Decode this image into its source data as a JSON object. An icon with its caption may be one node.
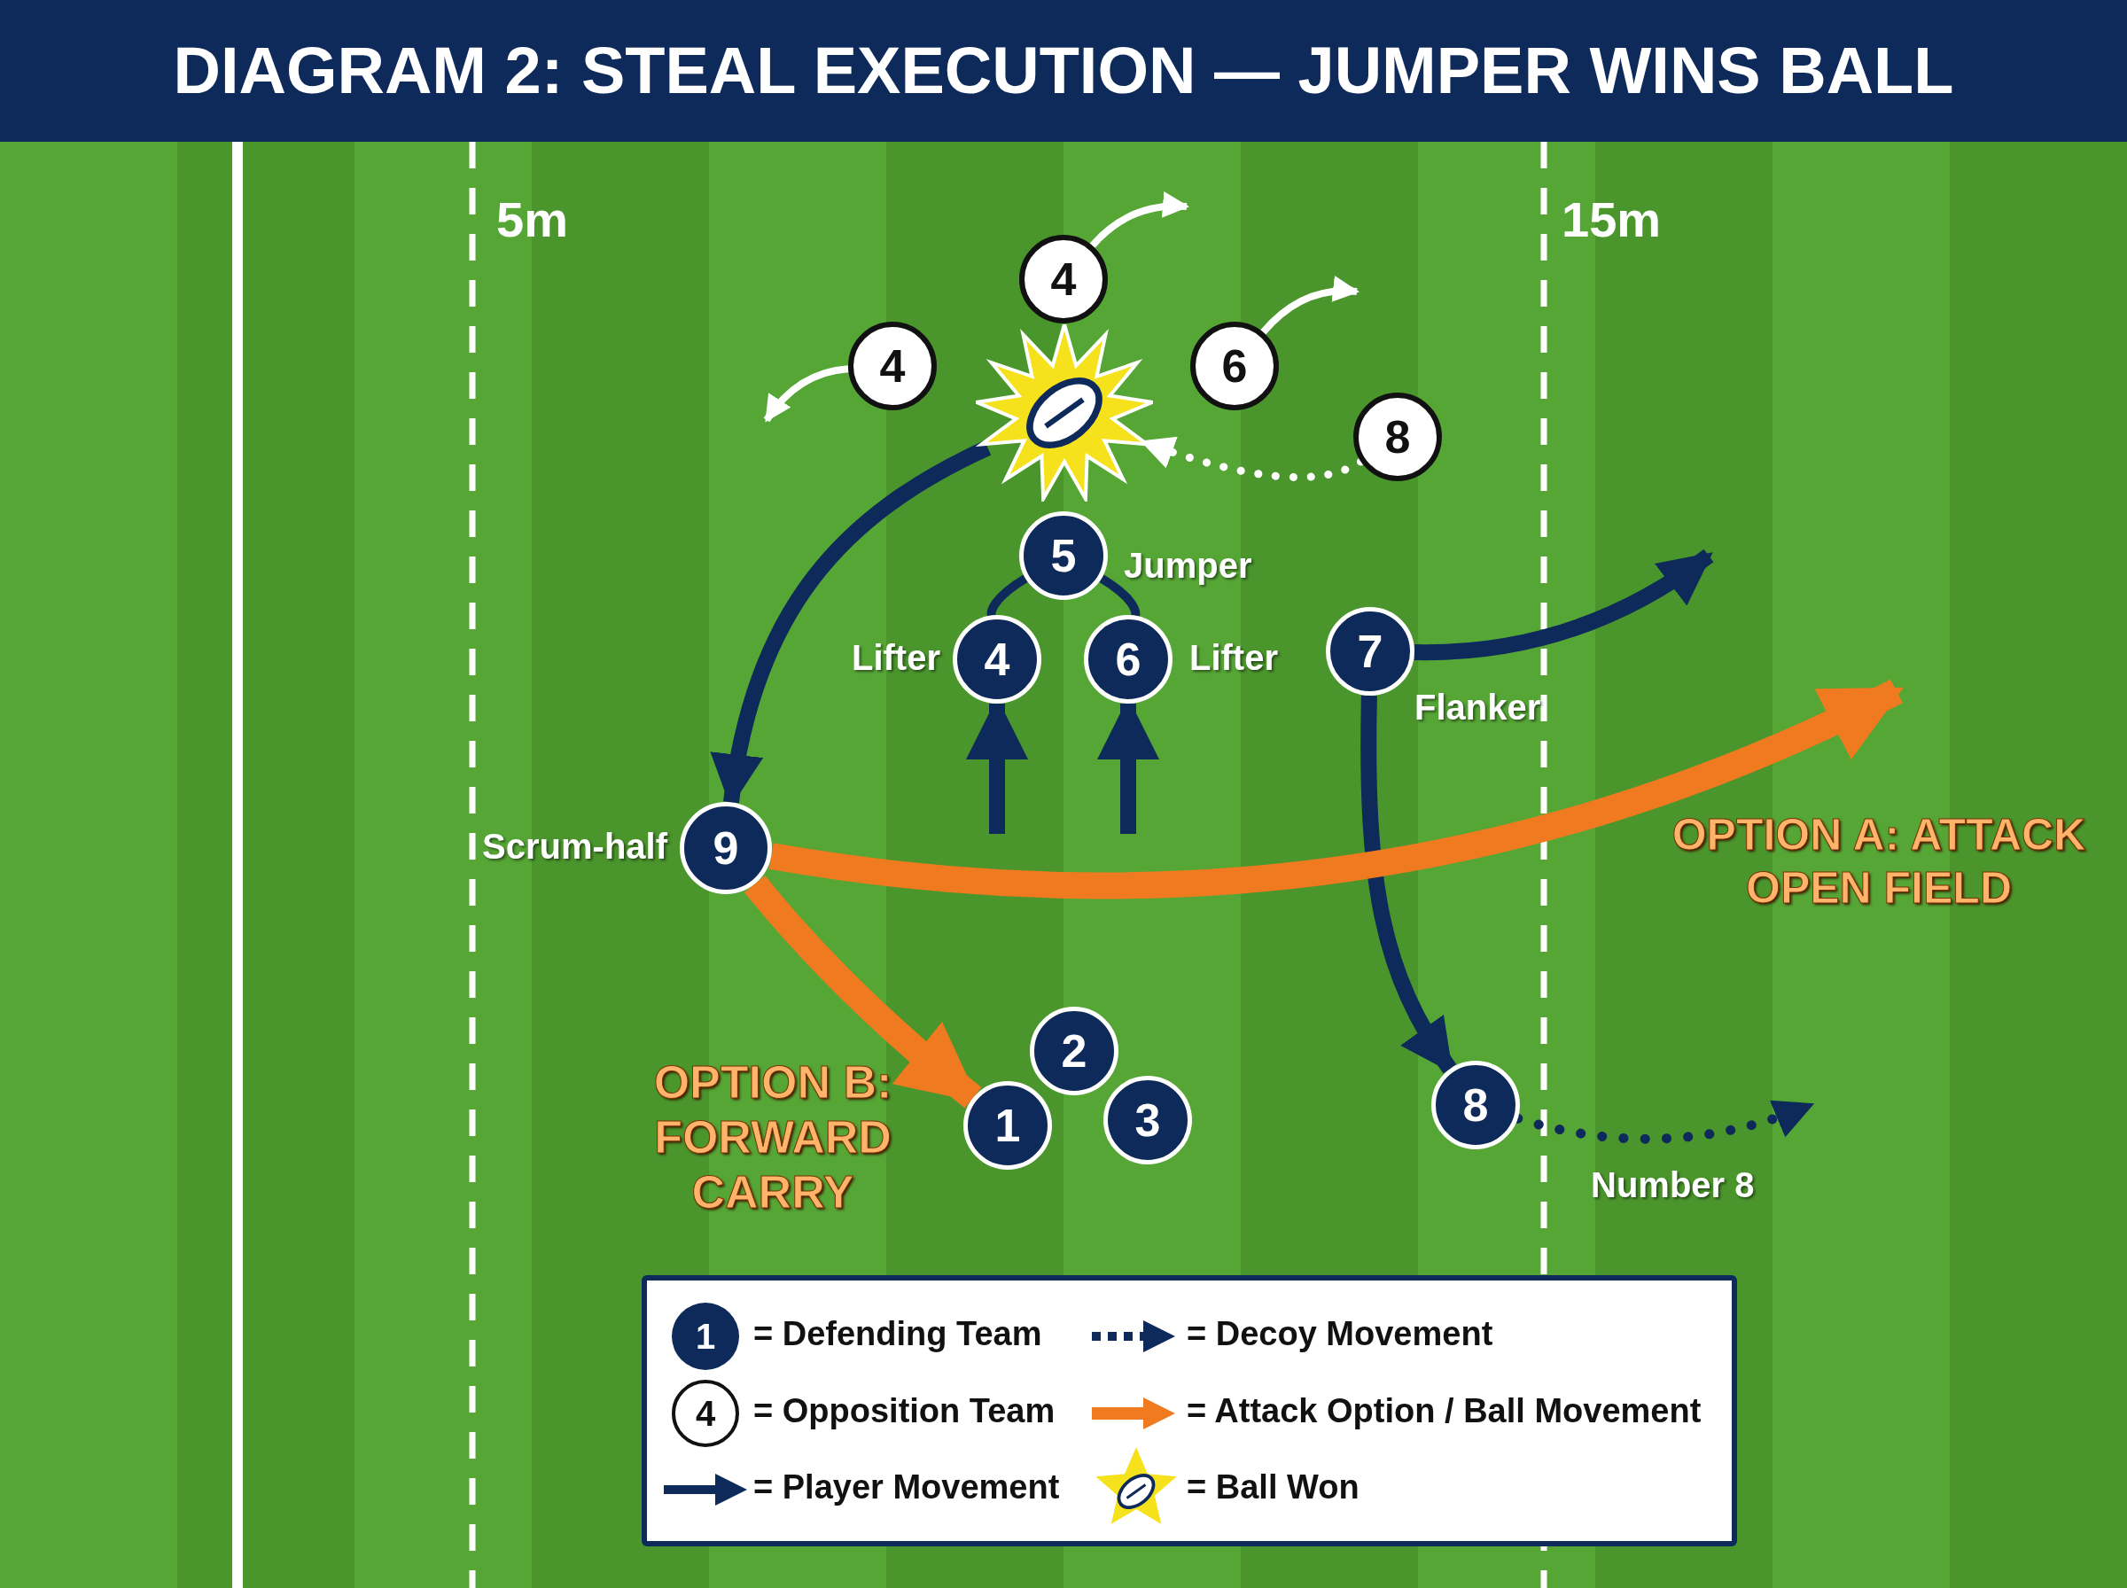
{
  "diagram": {
    "title": "DIAGRAM 2: STEAL EXECUTION — JUMPER WINS BALL",
    "nodes": [
      {
        "text": [
          "4"
        ]
      },
      {
        "text": [
          "4"
        ]
      },
      {
        "text": [
          "6"
        ]
      },
      {
        "text": [
          "8"
        ]
      },
      {
        "text": [],
        "shape": "star"
      },
      {
        "text": [
          "5"
        ],
        "beside": [
          "Jumper"
        ]
      },
      {
        "text": [
          "4"
        ],
        "beside": [
          "Lifter"
        ]
      },
      {
        "text": [
          "6"
        ],
        "beside": [
          "Lifter"
        ]
      },
      {
        "text": [
          "7"
        ],
        "beside": [
          "Flanker"
        ]
      },
      {
        "text": [
          "9"
        ],
        "beside": [
          "Scrum-half"
        ]
      },
      {
        "text": [
          "2"
        ]
      },
      {
        "text": [
          "1"
        ]
      },
      {
        "text": [
          "3"
        ]
      },
      {
        "text": [
          "8"
        ],
        "beside": [
          "Number 8"
        ]
      }
    ],
    "edges": [
      {
        "from": 0,
        "to": null,
        "arrow": "to",
        "color": "#ffffff"
      },
      {
        "from": 1,
        "to": null,
        "arrow": "to",
        "color": "#ffffff"
      },
      {
        "from": 2,
        "to": null,
        "arrow": "to",
        "color": "#ffffff"
      },
      {
        "from": 3,
        "to": 4,
        "arrow": "to",
        "style": "dashed",
        "color": "#ffffff"
      },
      {
        "from": 4,
        "to": 9,
        "arrow": "to"
      },
      {
        "from": 5,
        "to": 6,
        "arrow": "none"
      },
      {
        "from": 5,
        "to": 7,
        "arrow": "none"
      },
      {
        "from": null,
        "to": 6,
        "arrow": "to"
      },
      {
        "from": null,
        "to": 7,
        "arrow": "to"
      },
      {
        "from": 8,
        "to": null,
        "arrow": "to"
      },
      {
        "from": 8,
        "to": 13,
        "arrow": "to"
      },
      {
        "from": 13,
        "to": null,
        "arrow": "to",
        "style": "dashed"
      },
      {
        "from": 9,
        "to": null,
        "arrow": "to",
        "style": "thick",
        "color": "#f07a1f"
      },
      {
        "from": 9,
        "to": 11,
        "arrow": "to",
        "style": "thick",
        "color": "#f07a1f"
      }
    ],
    "labels": [
      "5m",
      "15m",
      "OPTION A: ATTACK OPEN FIELD",
      "OPTION B: FORWARD CARRY",
      "1",
      "4"
    ],
    "legend": [
      {
        "text": "= Defending Team"
      },
      {
        "text": "= Decoy Movement"
      },
      {
        "text": "= Opposition Team"
      },
      {
        "text": "= Attack Option / Ball Movement"
      },
      {
        "text": "= Player Movement"
      },
      {
        "text": "= Ball Won"
      }
    ]
  }
}
